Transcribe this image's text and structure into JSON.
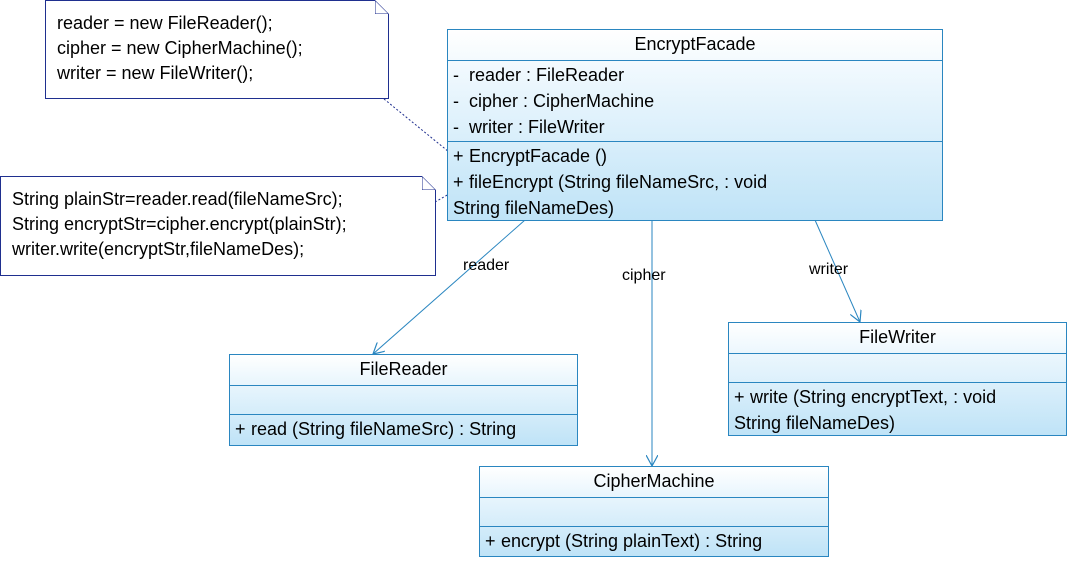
{
  "notes": {
    "constructor_note": [
      "reader = new FileReader();",
      "cipher = new CipherMachine();",
      "writer = new FileWriter();"
    ],
    "method_note": [
      "String plainStr=reader.read(fileNameSrc);",
      "String encryptStr=cipher.encrypt(plainStr);",
      "writer.write(encryptStr,fileNameDes);"
    ]
  },
  "classes": {
    "encrypt_facade": {
      "name": "EncryptFacade",
      "attributes": [
        {
          "vis": "-",
          "text": "reader  : FileReader"
        },
        {
          "vis": "-",
          "text": "cipher  : CipherMachine"
        },
        {
          "vis": "-",
          "text": "writer   : FileWriter"
        }
      ],
      "operations": [
        {
          "vis": "+",
          "text": "EncryptFacade ()"
        },
        {
          "vis": "+",
          "text": "fileEncrypt (String fileNameSrc,  : void"
        }
      ],
      "operation_continuation": "String fileNameDes)"
    },
    "file_reader": {
      "name": "FileReader",
      "operations": [
        {
          "vis": "+",
          "text": "read (String fileNameSrc)  : String"
        }
      ]
    },
    "file_writer": {
      "name": "FileWriter",
      "operations": [
        {
          "vis": "+",
          "text": "write (String encryptText,  : void"
        }
      ],
      "operation_continuation": "String fileNameDes)"
    },
    "cipher_machine": {
      "name": "CipherMachine",
      "operations": [
        {
          "vis": "+",
          "text": "encrypt (String plainText)  : String"
        }
      ]
    }
  },
  "associations": {
    "reader": "reader",
    "cipher": "cipher",
    "writer": "writer"
  },
  "colors": {
    "class_border": "#2a86c0",
    "note_border": "#1f2f8f",
    "association_line": "#2a86c0",
    "anchor_line": "#1f2f8f"
  }
}
